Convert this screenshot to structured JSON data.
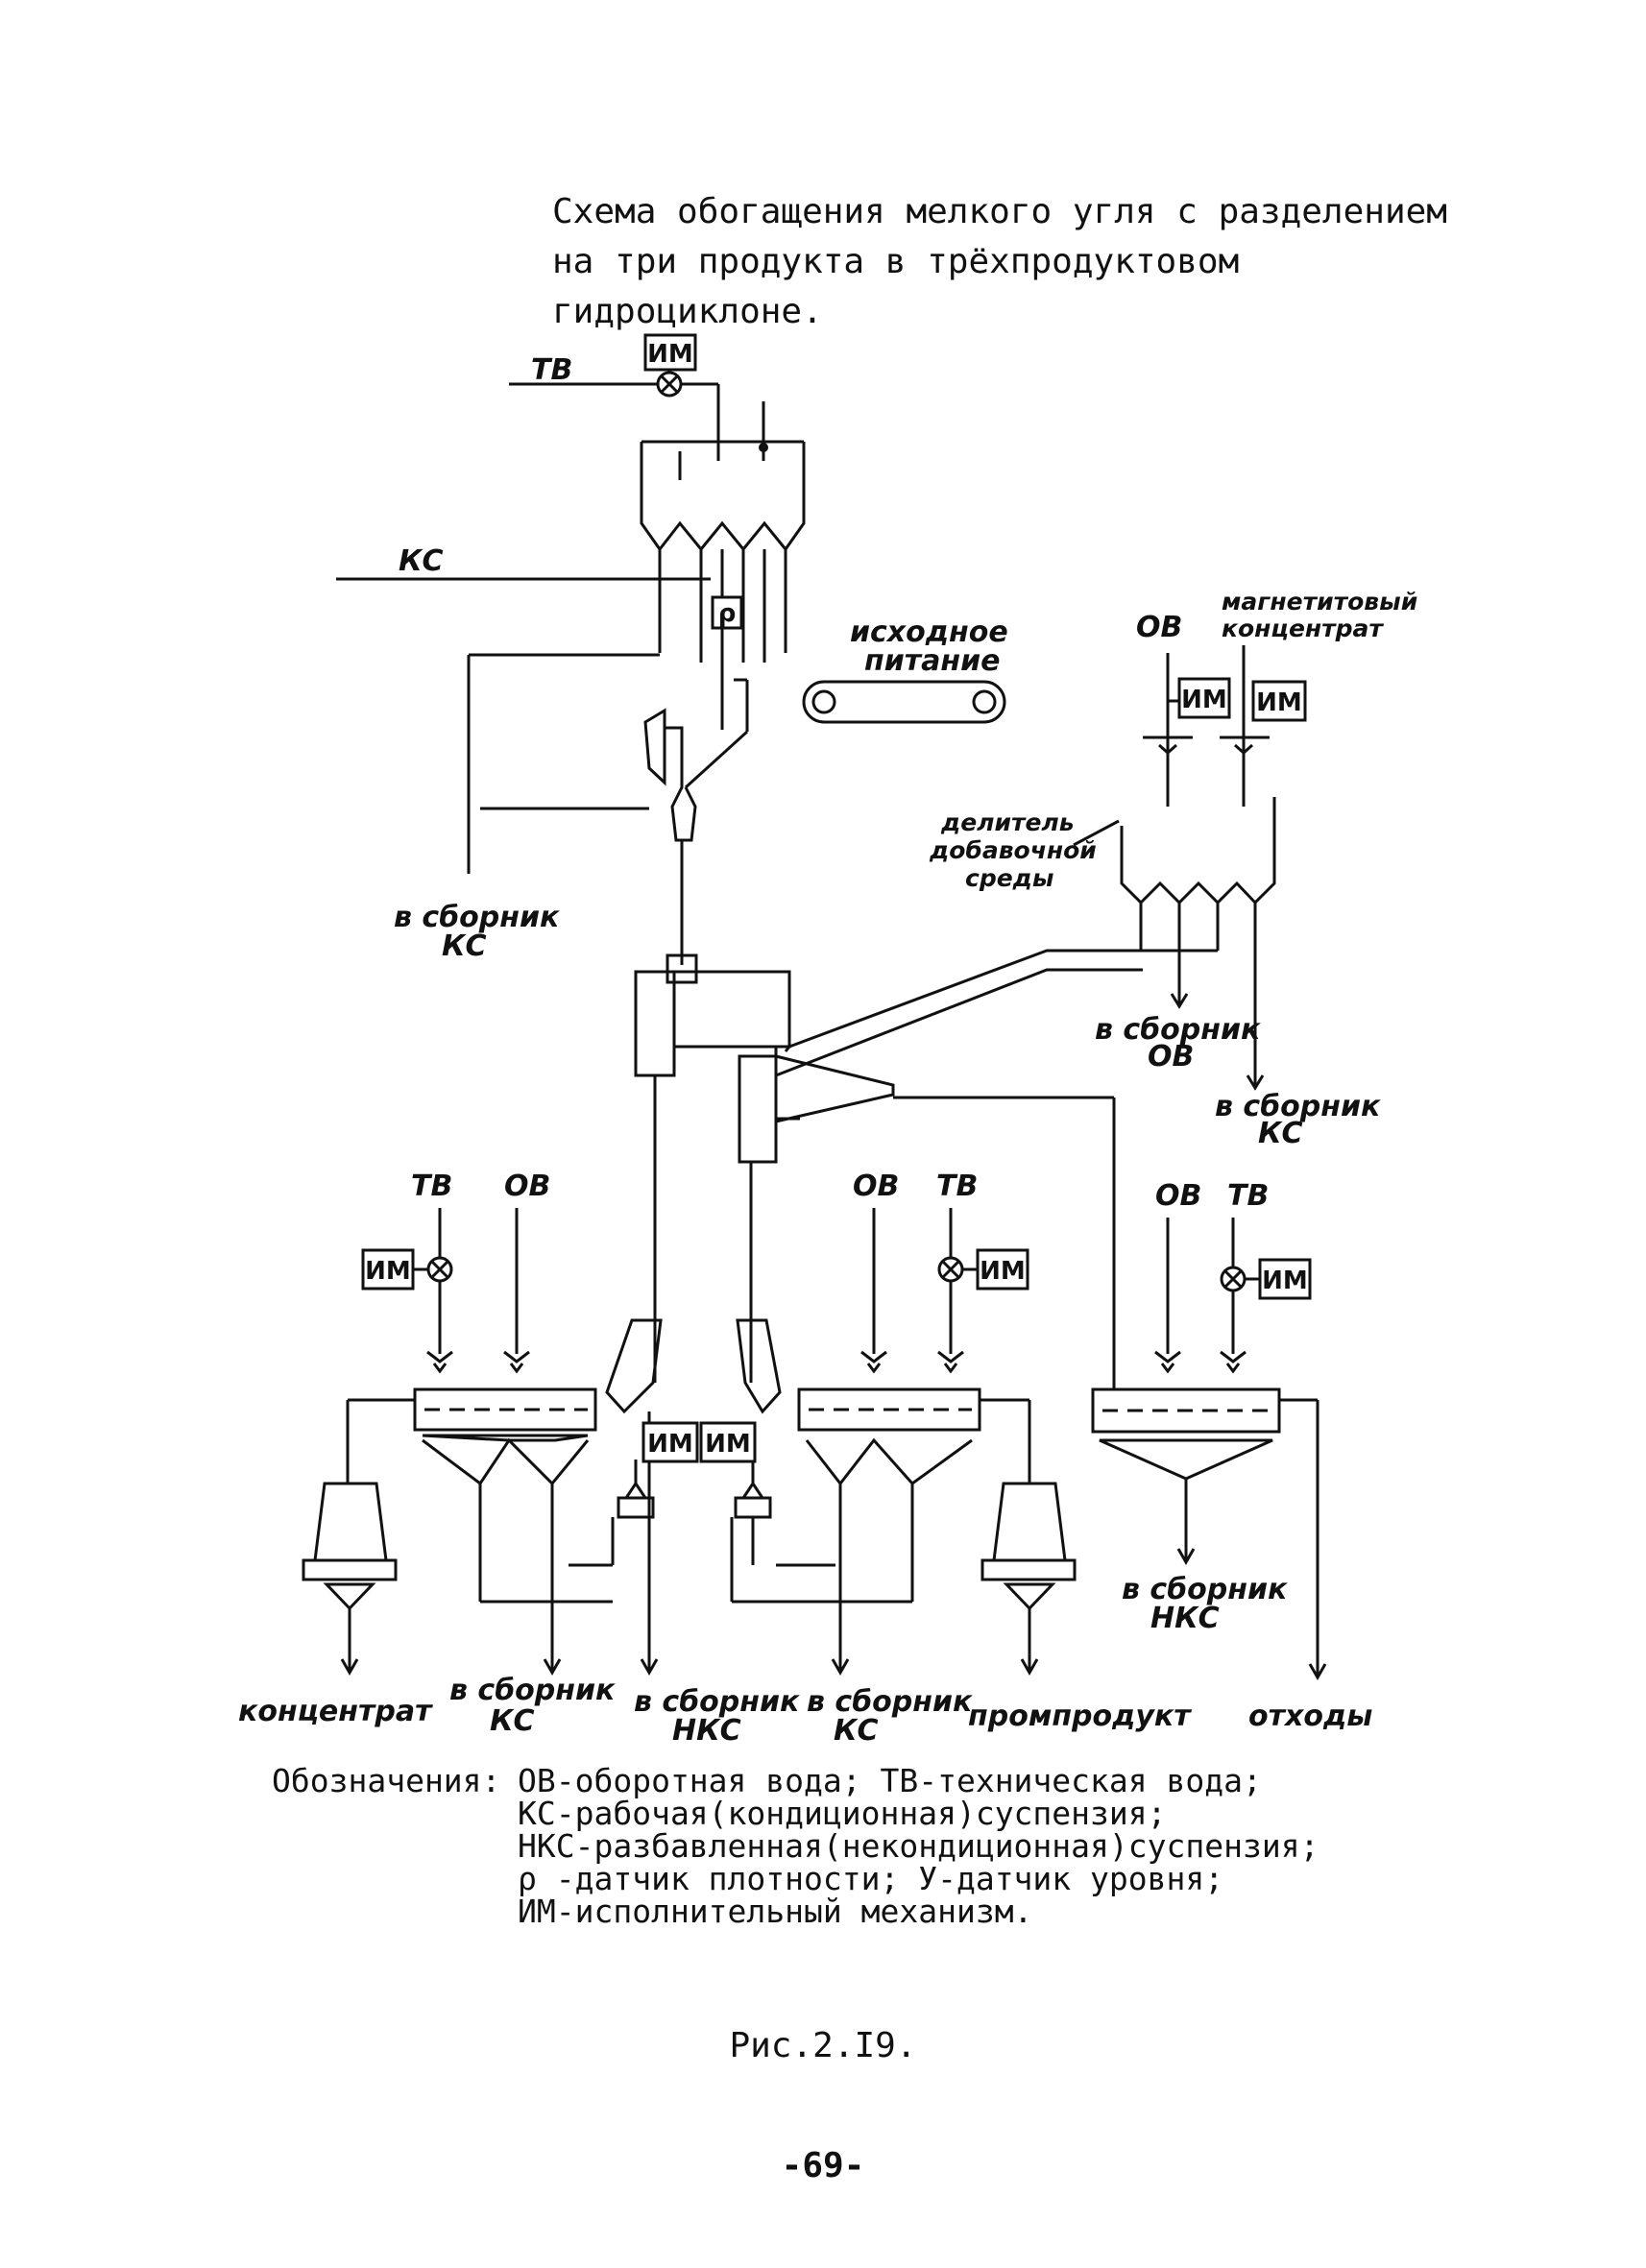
{
  "title_lines": [
    "Схема обогащения мелкого угля с разделением",
    "на три продукта в трёхпродуктовом",
    "гидроциклоне."
  ],
  "diagram": {
    "im_label": "ИМ",
    "density_sensor_label": "ρ",
    "labels": {
      "tv": "ТВ",
      "ov": "ОВ",
      "ks": "КС",
      "feed_line1": "исходное",
      "feed_line2": "питание",
      "magnetite_line1": "магнетитовый",
      "magnetite_line2": "концентрат",
      "divider_line1": "делитель",
      "divider_line2": "добавочной",
      "divider_line3": "среды",
      "to_collector": "в сборник",
      "to_collector_ks": "КС",
      "to_collector_ov": "ОВ",
      "to_collector_nks": "НКС",
      "concentrate": "концентрат",
      "middlings": "промпродукт",
      "waste": "отходы"
    }
  },
  "legend": {
    "heading": "Обозначения:",
    "lines": [
      "ОВ-оборотная вода; ТВ-техническая вода;",
      "КС-рабочая(кондиционная)суспензия;",
      "НКС-разбавленная(некондиционная)суспензия;",
      "ρ -датчик плотности; У-датчик уровня;",
      "ИМ-исполнительный механизм."
    ]
  },
  "figure_caption": "Рис.2.I9.",
  "page_number": "-69-"
}
